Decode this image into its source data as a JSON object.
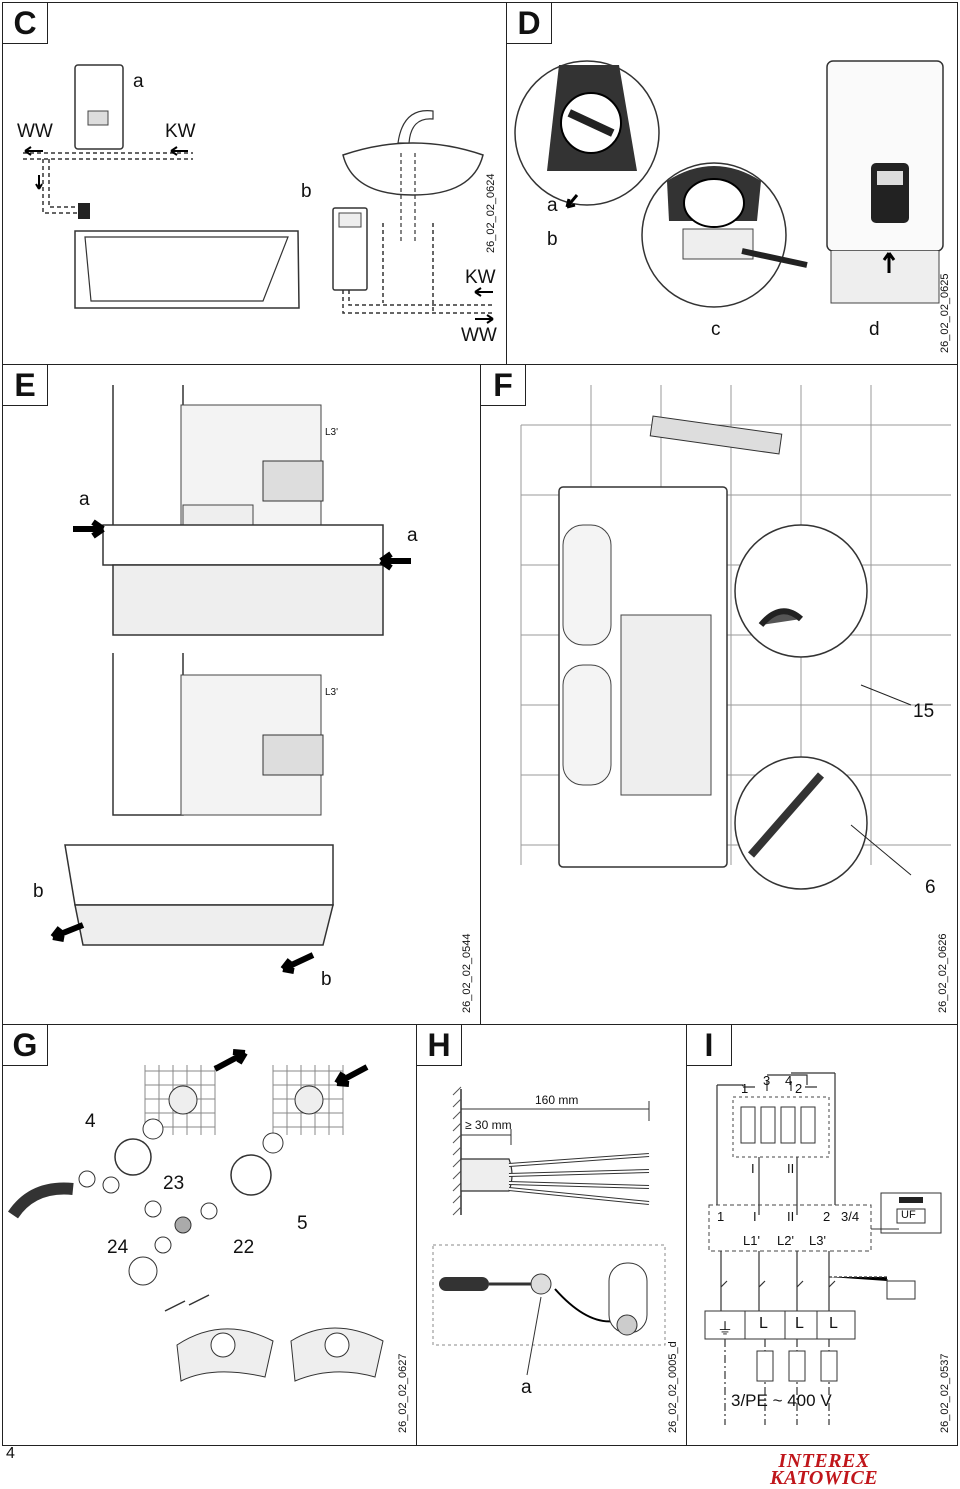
{
  "page_number": "4",
  "logo": {
    "line1": "INTEREX",
    "line2": "KATOWICE",
    "color": "#c0161b"
  },
  "panels": {
    "C": {
      "tag": "C",
      "code": "26_02_02_0624",
      "labels": {
        "a": "a",
        "b": "b",
        "ww1": "WW",
        "kw1": "KW",
        "kw2": "KW",
        "ww2": "WW"
      }
    },
    "D": {
      "tag": "D",
      "code": "26_02_02_0625",
      "labels": {
        "a": "a",
        "b": "b",
        "c": "c",
        "d": "d"
      }
    },
    "E": {
      "tag": "E",
      "code": "26_02_02_0544",
      "labels": {
        "a1": "a",
        "a2": "a",
        "b1": "b",
        "b2": "b",
        "l3a": "L3'",
        "l3b": "L3'"
      }
    },
    "F": {
      "tag": "F",
      "code": "26_02_02_0626",
      "labels": {
        "n15": "15",
        "n6": "6"
      }
    },
    "G": {
      "tag": "G",
      "code": "26_02_02_0627",
      "labels": {
        "n4": "4",
        "n23": "23",
        "n5": "5",
        "n24": "24",
        "n22": "22"
      }
    },
    "H": {
      "tag": "H",
      "code": "26_02_02_0005_d",
      "labels": {
        "len160": "160 mm",
        "len30": "≥ 30 mm",
        "a": "a"
      }
    },
    "I": {
      "tag": "I",
      "code": "26_02_02_0537",
      "labels": {
        "t1": "1",
        "t3": "3",
        "t4": "4",
        "t2": "2",
        "rI": "I",
        "rII": "II",
        "bI": "I",
        "bII": "II",
        "b1": "1",
        "b2": "2",
        "b34": "3/4",
        "L1": "L1'",
        "L2": "L2'",
        "L3": "L3'",
        "uf": "UF",
        "term_pe": "⏚",
        "term_L1": "L",
        "term_L2": "L",
        "term_L3": "L",
        "supply": "3/PE ~ 400 V"
      }
    }
  }
}
